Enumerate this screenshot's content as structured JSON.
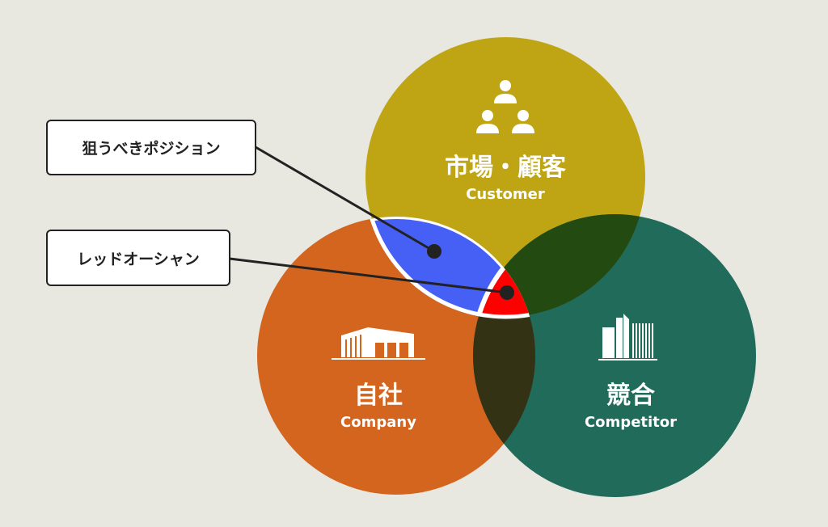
{
  "colors": {
    "background": "#e8e8e0",
    "customer": "#bfa514",
    "company": "#d3651f",
    "competitor": "#216b5b",
    "customer_company": "#4660f6",
    "customer_competitor": "#234a10",
    "company_competitor": "#333215",
    "all_three": "#ff0000"
  },
  "circles": {
    "customer": {
      "title": "市場・顧客",
      "subtitle": "Customer",
      "icon": "people-icon"
    },
    "company": {
      "title": "自社",
      "subtitle": "Company",
      "icon": "factory-icon"
    },
    "competitor": {
      "title": "競合",
      "subtitle": "Competitor",
      "icon": "buildings-icon"
    }
  },
  "callouts": {
    "target": "狙うべきポジション",
    "red_ocean": "レッドオーシャン"
  }
}
